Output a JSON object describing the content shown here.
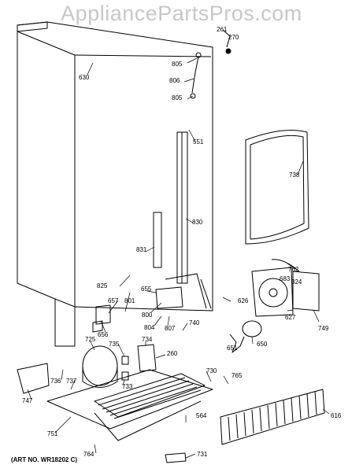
{
  "watermark": "AppliancePartsPros.com",
  "art_no": "(ART NO. WR18202 C)",
  "parts": [
    {
      "id": "261",
      "name": "part-261"
    },
    {
      "id": "270",
      "name": "part-270"
    },
    {
      "id": "805",
      "name": "part-805-top"
    },
    {
      "id": "806",
      "name": "part-806"
    },
    {
      "id": "805",
      "name": "part-805-bottom"
    },
    {
      "id": "630",
      "name": "part-630"
    },
    {
      "id": "551",
      "name": "part-551"
    },
    {
      "id": "738",
      "name": "part-738"
    },
    {
      "id": "830",
      "name": "part-830"
    },
    {
      "id": "831",
      "name": "part-831"
    },
    {
      "id": "762",
      "name": "part-762"
    },
    {
      "id": "683",
      "name": "part-683"
    },
    {
      "id": "324",
      "name": "part-324"
    },
    {
      "id": "825",
      "name": "part-825"
    },
    {
      "id": "655",
      "name": "part-655"
    },
    {
      "id": "626",
      "name": "part-626"
    },
    {
      "id": "657",
      "name": "part-657"
    },
    {
      "id": "801",
      "name": "part-801"
    },
    {
      "id": "800",
      "name": "part-800"
    },
    {
      "id": "749",
      "name": "part-749"
    },
    {
      "id": "627",
      "name": "part-627"
    },
    {
      "id": "804",
      "name": "part-804"
    },
    {
      "id": "807",
      "name": "part-807"
    },
    {
      "id": "740",
      "name": "part-740"
    },
    {
      "id": "656",
      "name": "part-656"
    },
    {
      "id": "725",
      "name": "part-725"
    },
    {
      "id": "735",
      "name": "part-735"
    },
    {
      "id": "734",
      "name": "part-734"
    },
    {
      "id": "651",
      "name": "part-651"
    },
    {
      "id": "650",
      "name": "part-650"
    },
    {
      "id": "260",
      "name": "part-260"
    },
    {
      "id": "730",
      "name": "part-730"
    },
    {
      "id": "765",
      "name": "part-765"
    },
    {
      "id": "736",
      "name": "part-736"
    },
    {
      "id": "737",
      "name": "part-737"
    },
    {
      "id": "733",
      "name": "part-733"
    },
    {
      "id": "747",
      "name": "part-747"
    },
    {
      "id": "616",
      "name": "part-616"
    },
    {
      "id": "751",
      "name": "part-751"
    },
    {
      "id": "564",
      "name": "part-564"
    },
    {
      "id": "764",
      "name": "part-764"
    },
    {
      "id": "731",
      "name": "part-731"
    }
  ]
}
